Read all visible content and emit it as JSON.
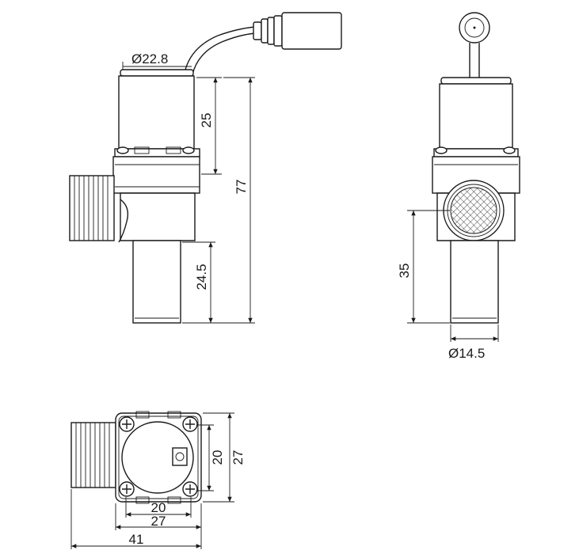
{
  "dimensions": {
    "cap_diameter": "Ø22.8",
    "cap_height": "25",
    "total_height": "77",
    "outlet_length": "24.5",
    "side_height": "35",
    "outlet_diameter": "Ø14.5",
    "bottom_inner_height": "20",
    "bottom_outer_height": "27",
    "bottom_inner_width": "20",
    "bottom_outer_width": "27",
    "bottom_total_width": "41"
  },
  "colors": {
    "line": "#1a1a1a",
    "background": "#ffffff"
  },
  "icons": [
    "screw-head-icon",
    "mesh-filter-icon",
    "cable-connector-icon"
  ]
}
